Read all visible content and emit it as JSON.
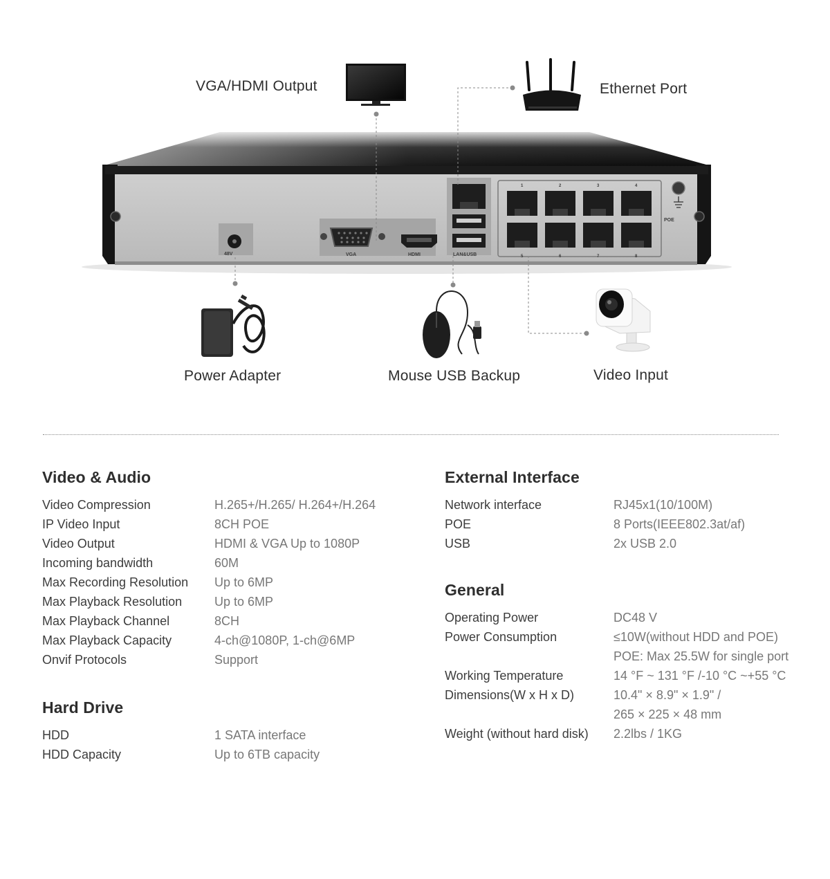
{
  "callouts": {
    "vga_hdmi": "VGA/HDMI Output",
    "ethernet": "Ethernet Port",
    "power": "Power Adapter",
    "mouse": "Mouse USB Backup",
    "video": "Video Input"
  },
  "panel_labels": {
    "dc": "48V",
    "vga": "VGA",
    "hdmi": "HDMI",
    "lan_usb": "LAN&USB",
    "poe": "POE",
    "port_numbers_top": [
      "1",
      "2",
      "3",
      "4"
    ],
    "port_numbers_bottom": [
      "5",
      "6",
      "7",
      "8"
    ]
  },
  "specs": {
    "video_audio": {
      "title": "Video & Audio",
      "rows": [
        {
          "label": "Video Compression",
          "value": "H.265+/H.265/ H.264+/H.264"
        },
        {
          "label": "IP Video Input",
          "value": "8CH POE"
        },
        {
          "label": "Video Output",
          "value": "HDMI & VGA Up to 1080P"
        },
        {
          "label": "Incoming bandwidth",
          "value": "60M"
        },
        {
          "label": "Max Recording Resolution",
          "value": "Up to 6MP"
        },
        {
          "label": "Max Playback Resolution",
          "value": "Up to 6MP"
        },
        {
          "label": "Max Playback Channel",
          "value": "8CH"
        },
        {
          "label": "Max Playback Capacity",
          "value": "4-ch@1080P, 1-ch@6MP"
        },
        {
          "label": "Onvif Protocols",
          "value": "Support"
        }
      ]
    },
    "hard_drive": {
      "title": "Hard Drive",
      "rows": [
        {
          "label": "HDD",
          "value": "1 SATA interface"
        },
        {
          "label": "HDD Capacity",
          "value": "Up to 6TB capacity"
        }
      ]
    },
    "external_interface": {
      "title": "External Interface",
      "rows": [
        {
          "label": "Network interface",
          "value": "RJ45x1(10/100M)"
        },
        {
          "label": "POE",
          "value": "8 Ports(IEEE802.3at/af)"
        },
        {
          "label": "USB",
          "value": "2x USB 2.0"
        }
      ]
    },
    "general": {
      "title": "General",
      "rows": [
        {
          "label": "Operating Power",
          "value": "DC48 V"
        },
        {
          "label": "Power Consumption",
          "value": "≤10W(without HDD and POE)"
        },
        {
          "label": "",
          "value": "POE: Max 25.5W for single port"
        },
        {
          "label": "Working Temperature",
          "value": "14 °F ~ 131 °F /-10 °C ~+55 °C"
        },
        {
          "label": "Dimensions(W x H x D)",
          "value": "10.4\" × 8.9\" × 1.9\" /"
        },
        {
          "label": "",
          "value": "265 × 225 × 48 mm"
        },
        {
          "label": "Weight (without hard disk)",
          "value": "2.2lbs / 1KG"
        }
      ]
    }
  }
}
